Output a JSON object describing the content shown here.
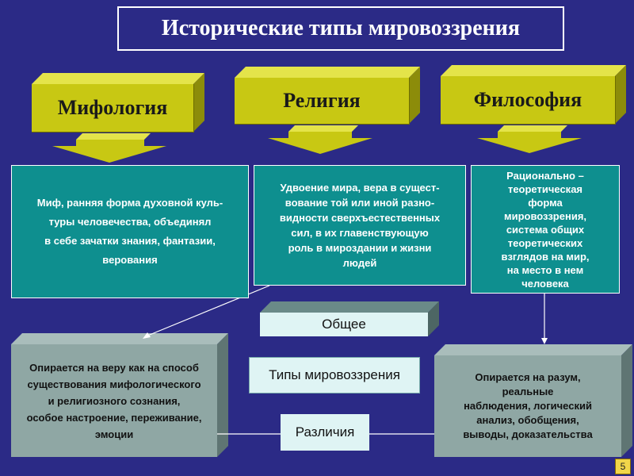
{
  "title": "Исторические типы мировоззрения",
  "types": [
    {
      "name": "Мифология",
      "description": [
        "Миф, ранняя форма духовной куль-",
        "туры человечества, объединял",
        "в себе зачатки знания, фантазии,",
        "верования"
      ]
    },
    {
      "name": "Религия",
      "description": [
        "Удвоение мира, вера в сущест-",
        "вование той или иной разно-",
        "видности сверхъестественных",
        "сил, в их главенствующую",
        "роль в мироздании и жизни",
        "людей"
      ]
    },
    {
      "name": "Философия",
      "description": [
        "Рационально –",
        "теоретическая",
        "форма",
        "мировоззрения,",
        "система общих",
        "теоретических",
        "взглядов на мир,",
        "на место в нем",
        "человека"
      ]
    }
  ],
  "center": {
    "common_label": "Общее",
    "types_label": "Типы мировоззрения",
    "differences_label": "Различия"
  },
  "left_bottom": [
    "Опирается на веру как на способ",
    "существования мифологического",
    "и религиозного сознания,",
    "особое настроение, переживание,",
    "эмоции"
  ],
  "right_bottom": [
    "Опирается на разум,",
    "реальные",
    "наблюдения, логический",
    "анализ, обобщения,",
    "выводы, доказательства"
  ],
  "page_number": "5",
  "colors": {
    "background": "#2b2a86",
    "olive": "#c8c813",
    "teal": "#0e8f8f",
    "gray": "#8fa7a4",
    "light": "#dff4f4"
  }
}
